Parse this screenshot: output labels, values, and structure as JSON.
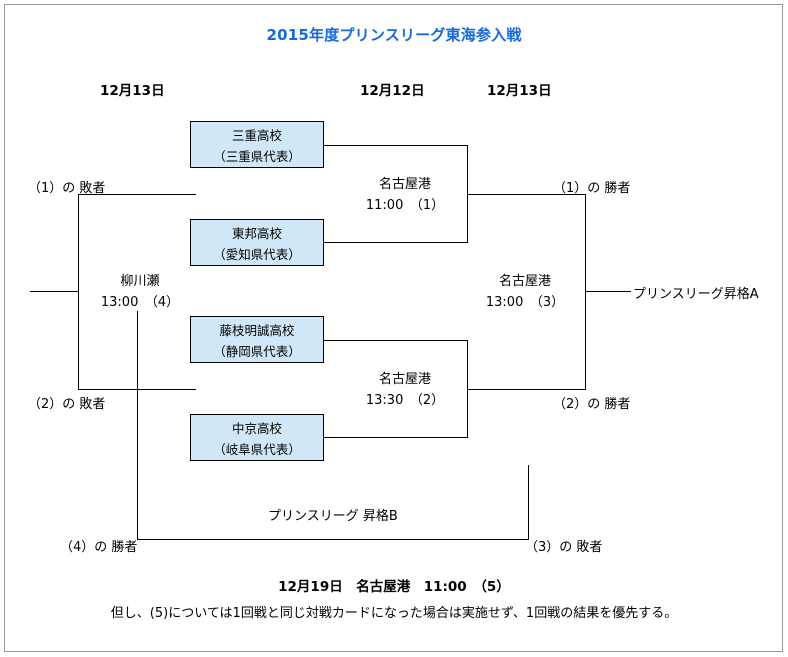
{
  "title": "2015年度プリンスリーグ東海参入戦",
  "title_color": "#1569e0",
  "box_fill_color": "#cfe7f7",
  "date_headers": [
    {
      "label": "12月13日"
    },
    {
      "label": "12月12日"
    },
    {
      "label": "12月13日"
    }
  ],
  "teams": [
    {
      "name": "三重高校",
      "region": "（三重県代表）"
    },
    {
      "name": "東邦高校",
      "region": "（愛知県代表）"
    },
    {
      "name": "藤枝明誠高校",
      "region": "（静岡県代表）"
    },
    {
      "name": "中京高校",
      "region": "（岐阜県代表）"
    }
  ],
  "matches": [
    {
      "venue": "名古屋港",
      "time": "11:00　（1）"
    },
    {
      "venue": "名古屋港",
      "time": "13:30　（2）"
    },
    {
      "venue": "名古屋港",
      "time": "13:00　（3）"
    },
    {
      "venue": "柳川瀬",
      "time": "13:00　（4）"
    }
  ],
  "labels": {
    "loser_1": "（1）の 敗者",
    "loser_2": "（2）の 敗者",
    "winner_1": "（1）の 勝者",
    "winner_2": "（2）の 勝者",
    "winner_4": "（4）の 勝者",
    "loser_3": "（3）の 敗者",
    "promotion_a": "プリンスリーグ昇格A",
    "promotion_b": "プリンスリーグ 昇格B"
  },
  "footer": {
    "main": "12月19日　名古屋港　11:00　（5）",
    "note": "但し、(5)については1回戦と同じ対戦カードになった場合は実施せず、1回戦の結果を優先する。"
  }
}
